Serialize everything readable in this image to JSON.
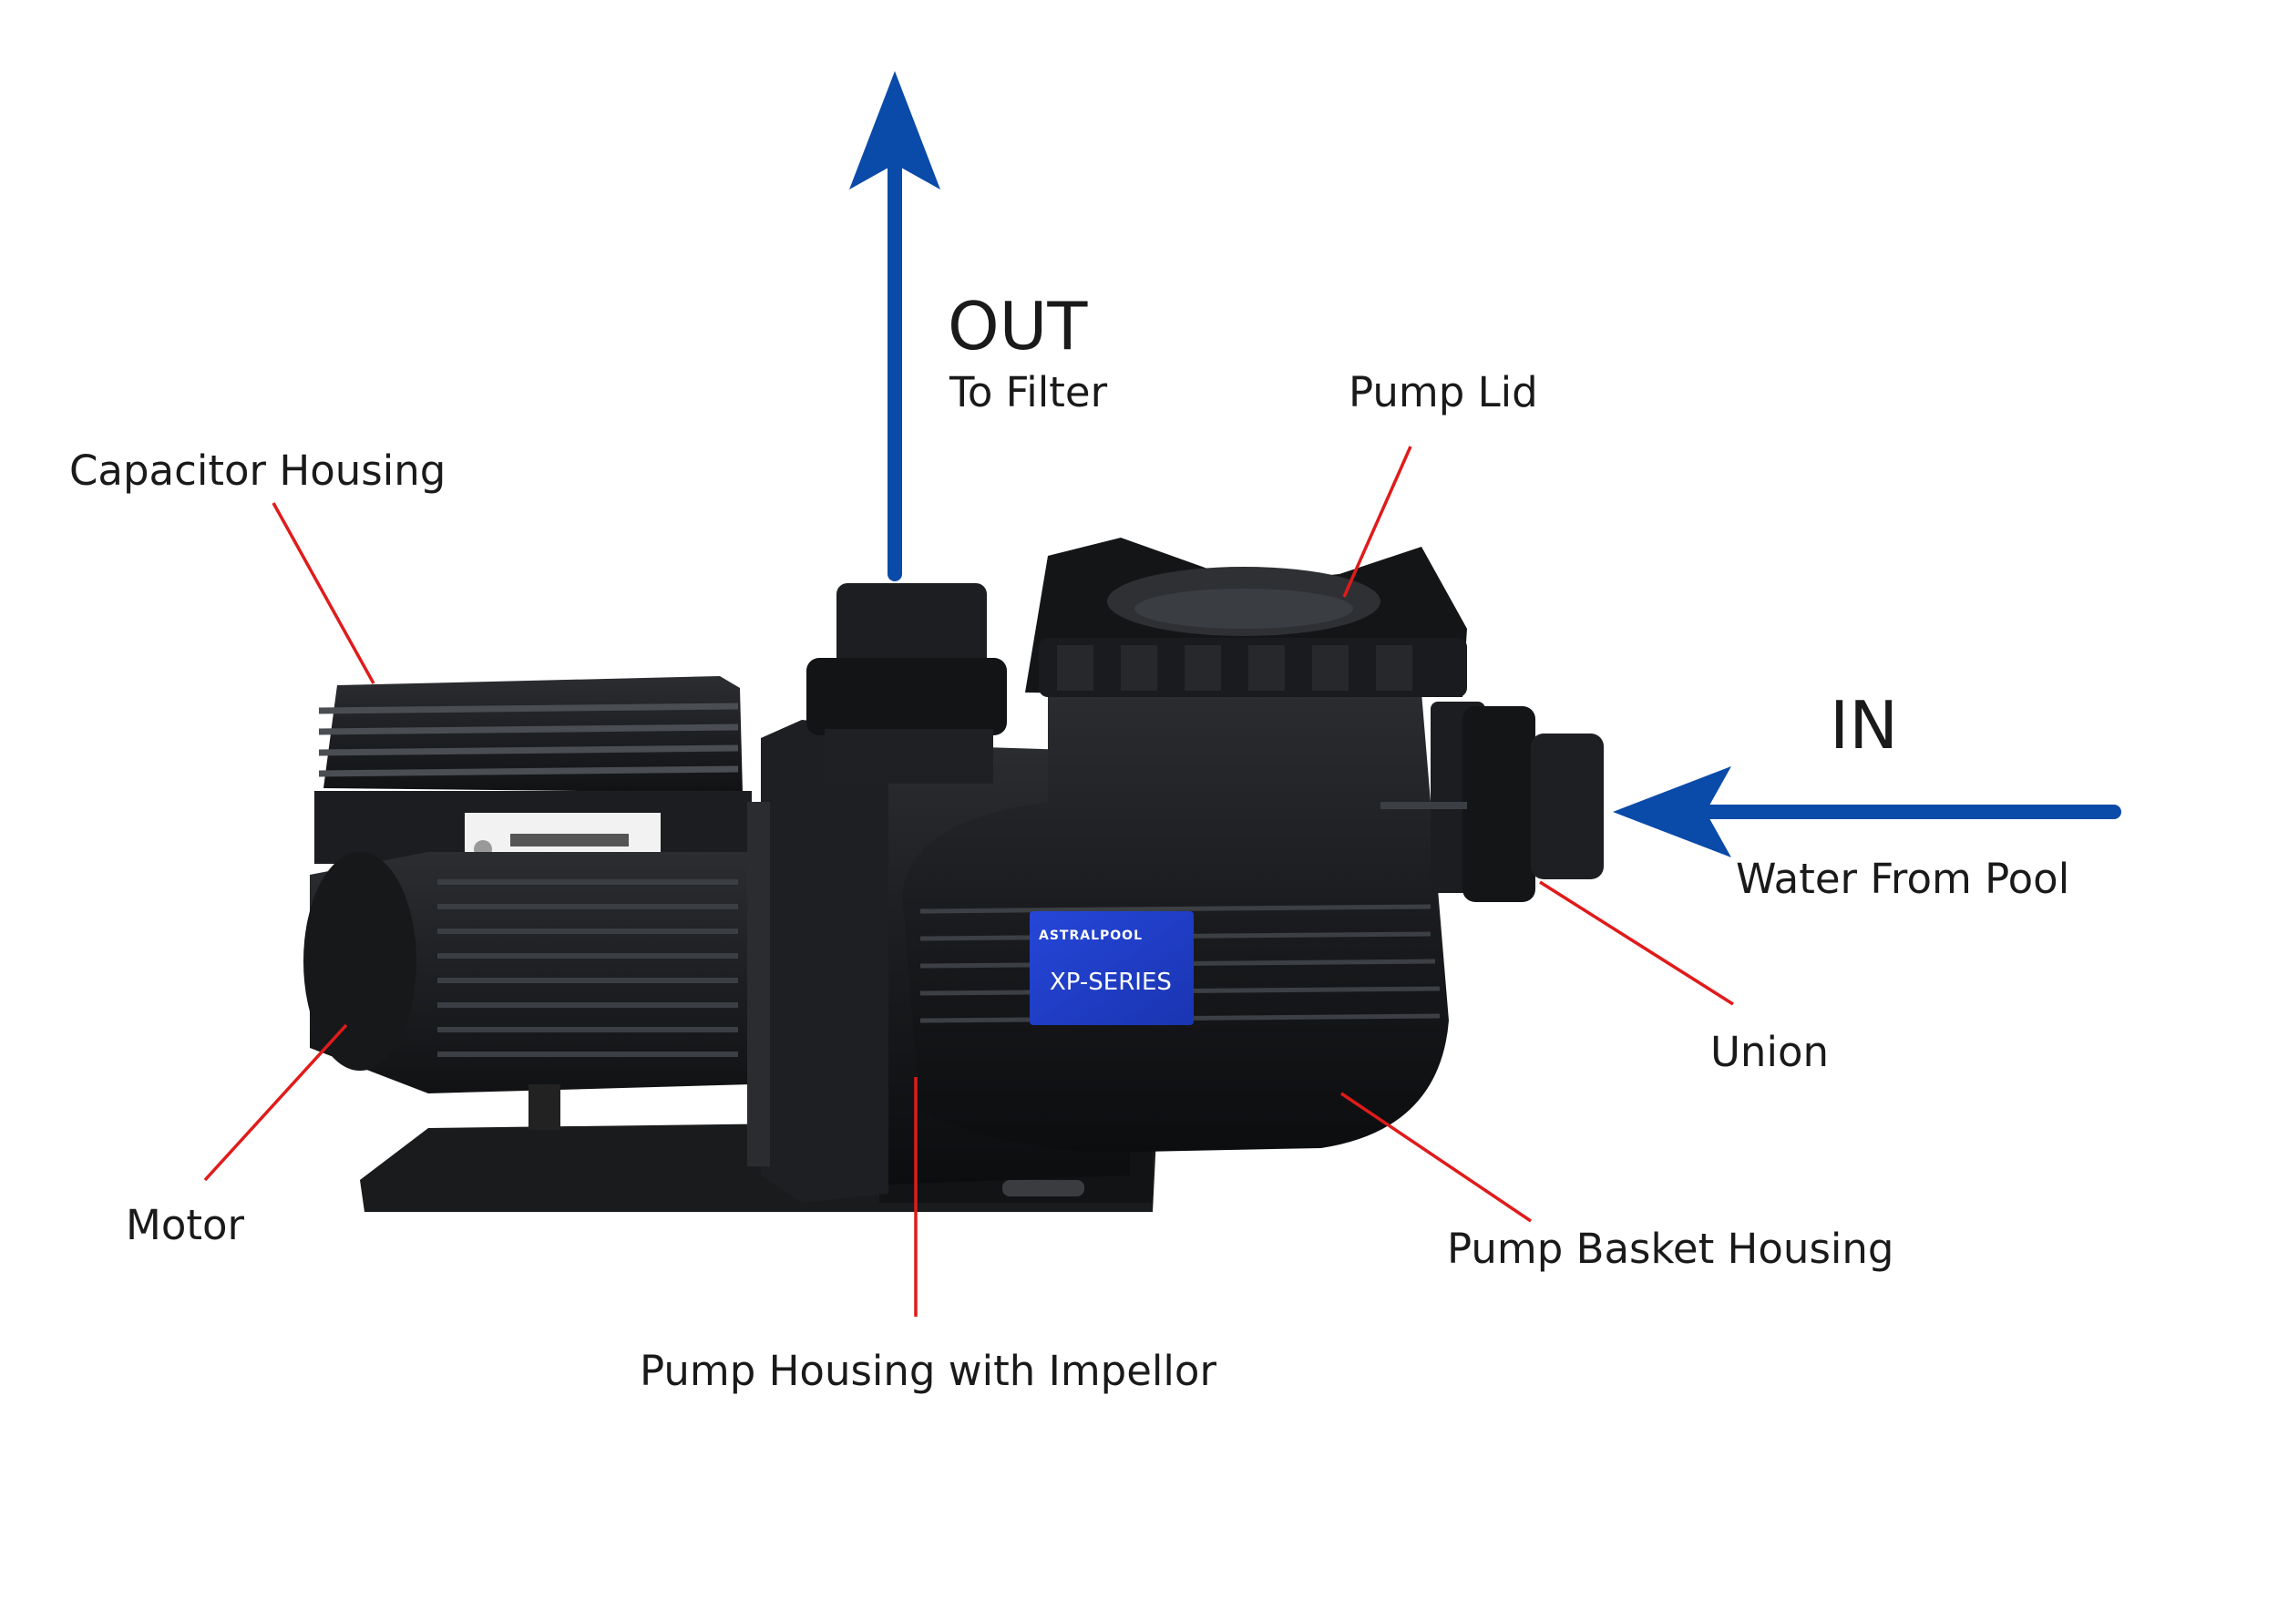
{
  "labels": {
    "out": "OUT",
    "to_filter": "To Filter",
    "pump_lid": "Pump Lid",
    "capacitor_housing": "Capacitor Housing",
    "in": "IN",
    "water_from_pool": "Water From Pool",
    "union": "Union",
    "motor": "Motor",
    "pump_basket_housing": "Pump Basket Housing",
    "pump_housing_impellor": "Pump Housing with Impellor"
  },
  "badge": {
    "brand": "ASTRALPOOL",
    "series": "XP-SERIES"
  },
  "colors": {
    "arrow": "#0a4aa8",
    "leader": "#e01b1b",
    "pump_body": "#1b1d20",
    "badge": "#1e3ec9"
  }
}
